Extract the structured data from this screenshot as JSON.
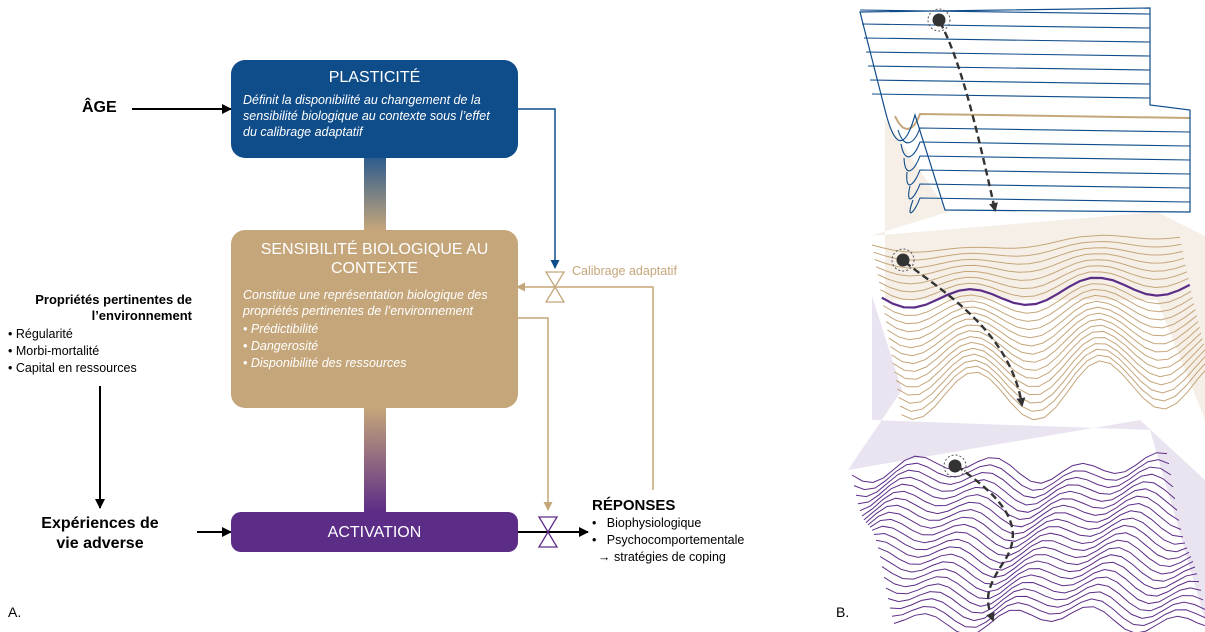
{
  "panel_a": {
    "label": "A.",
    "age": "ÂGE",
    "plasticity": {
      "title": "PLASTICITÉ",
      "description": "Définit la disponibilité au changement de la sensibilité biologique au contexte sous l’effet du calibrage adaptatif"
    },
    "sensitivity": {
      "title": "SENSIBILITÉ BIOLOGIQUE AU CONTEXTE",
      "description": "Constitue une représentation biologique des propriétés pertinentes de l’environnement",
      "items": [
        "Prédictibilité",
        "Dangerosité",
        "Disponibilité des ressources"
      ]
    },
    "activation": {
      "title": "ACTIVATION"
    },
    "calibration_label": "Calibrage adaptatif",
    "environment": {
      "title": "Propriétés pertinentes de l’environnement",
      "items": [
        "Régularité",
        "Morbi-mortalité",
        "Capital en ressources"
      ]
    },
    "adverse": "Expériences de vie adverse",
    "responses": {
      "title": "RÉPONSES",
      "items": [
        "Biophysiologique",
        "Psychocomportementale"
      ],
      "sub": "→ stratégies de coping"
    }
  },
  "panel_b": {
    "label": "B."
  },
  "colors": {
    "plasticity": "#0f4c8a",
    "sensitivity": "#c5a67a",
    "activation": "#5c2d87"
  }
}
